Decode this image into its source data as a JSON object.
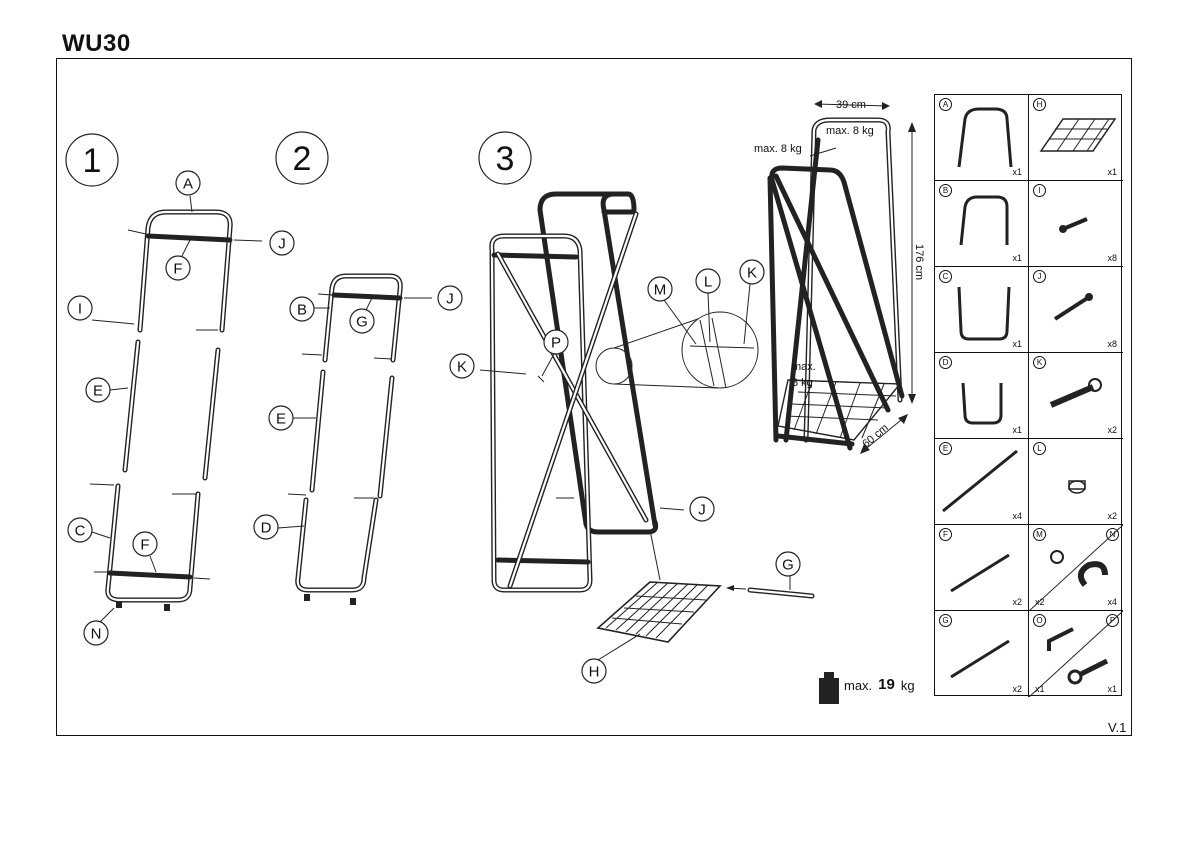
{
  "title": "WU30",
  "version": "V.1",
  "steps": [
    "1",
    "2",
    "3"
  ],
  "callouts": {
    "step1": [
      "A",
      "J",
      "F",
      "I",
      "E",
      "C",
      "F",
      "N"
    ],
    "step2": [
      "B",
      "J",
      "G",
      "E",
      "D"
    ],
    "step3": [
      "M",
      "L",
      "K",
      "P",
      "K",
      "J",
      "G",
      "H"
    ]
  },
  "dimensions": {
    "width": "39 cm",
    "depth": "60 cm",
    "height": "176 cm",
    "top_load_right": "max. 8 kg",
    "top_load_left": "max. 8 kg",
    "shelf_load_line1": "max.",
    "shelf_load_line2": "3 kg"
  },
  "total_load": {
    "prefix": "max.",
    "value": "19",
    "unit": "kg"
  },
  "parts": [
    {
      "letter": "A",
      "qty": "x1",
      "icon": "large-u-frame"
    },
    {
      "letter": "H",
      "qty": "x1",
      "icon": "grid-shelf"
    },
    {
      "letter": "B",
      "qty": "x1",
      "icon": "small-u-frame"
    },
    {
      "letter": "I",
      "qty": "x8",
      "icon": "small-screw"
    },
    {
      "letter": "C",
      "qty": "x1",
      "icon": "bottom-u-frame"
    },
    {
      "letter": "J",
      "qty": "x8",
      "icon": "long-screw"
    },
    {
      "letter": "D",
      "qty": "x1",
      "icon": "short-bottom-frame"
    },
    {
      "letter": "K",
      "qty": "x2",
      "icon": "bolt"
    },
    {
      "letter": "E",
      "qty": "x4",
      "icon": "tube"
    },
    {
      "letter": "L",
      "qty": "x2",
      "icon": "nut-cap"
    },
    {
      "letter": "F",
      "qty": "x2",
      "icon": "short-tube"
    },
    {
      "letter": "M",
      "qty": "x2",
      "icon": "washer",
      "letter2": "N",
      "qty2": "x4",
      "icon2": "foot-clip"
    },
    {
      "letter": "G",
      "qty": "x2",
      "icon": "short-tube"
    },
    {
      "letter": "O",
      "qty": "x1",
      "icon": "allen-key",
      "letter2": "P",
      "qty2": "x1",
      "icon2": "wrench"
    }
  ]
}
